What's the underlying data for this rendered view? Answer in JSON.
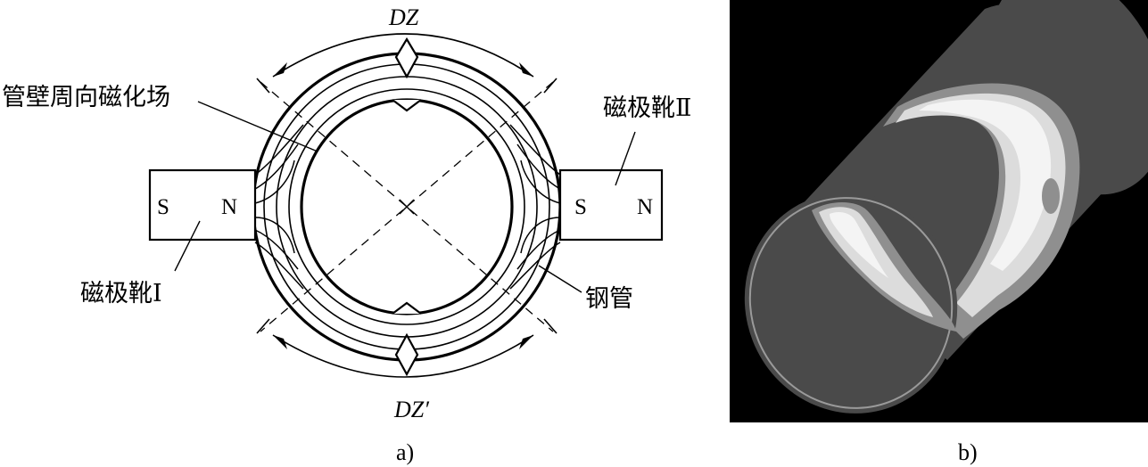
{
  "diagram_a": {
    "caption": "a)",
    "label_top_zone": "DZ",
    "label_bottom_zone": "DZ′",
    "label_field": "管壁周向磁化场",
    "label_yoke_left": "磁极靴Ⅰ",
    "label_yoke_right": "磁极靴Ⅱ",
    "label_pipe": "钢管",
    "yoke_left_pole_1": "S",
    "yoke_left_pole_2": "N",
    "yoke_right_pole_1": "S",
    "yoke_right_pole_2": "N"
  },
  "image_b": {
    "caption": "b)",
    "colors": {
      "background": "#000000",
      "pipe_surface": "#4a4a4a",
      "band_mid": "#8f8f8f",
      "band_light": "#dcdcdc",
      "band_white": "#f4f4f4"
    }
  }
}
